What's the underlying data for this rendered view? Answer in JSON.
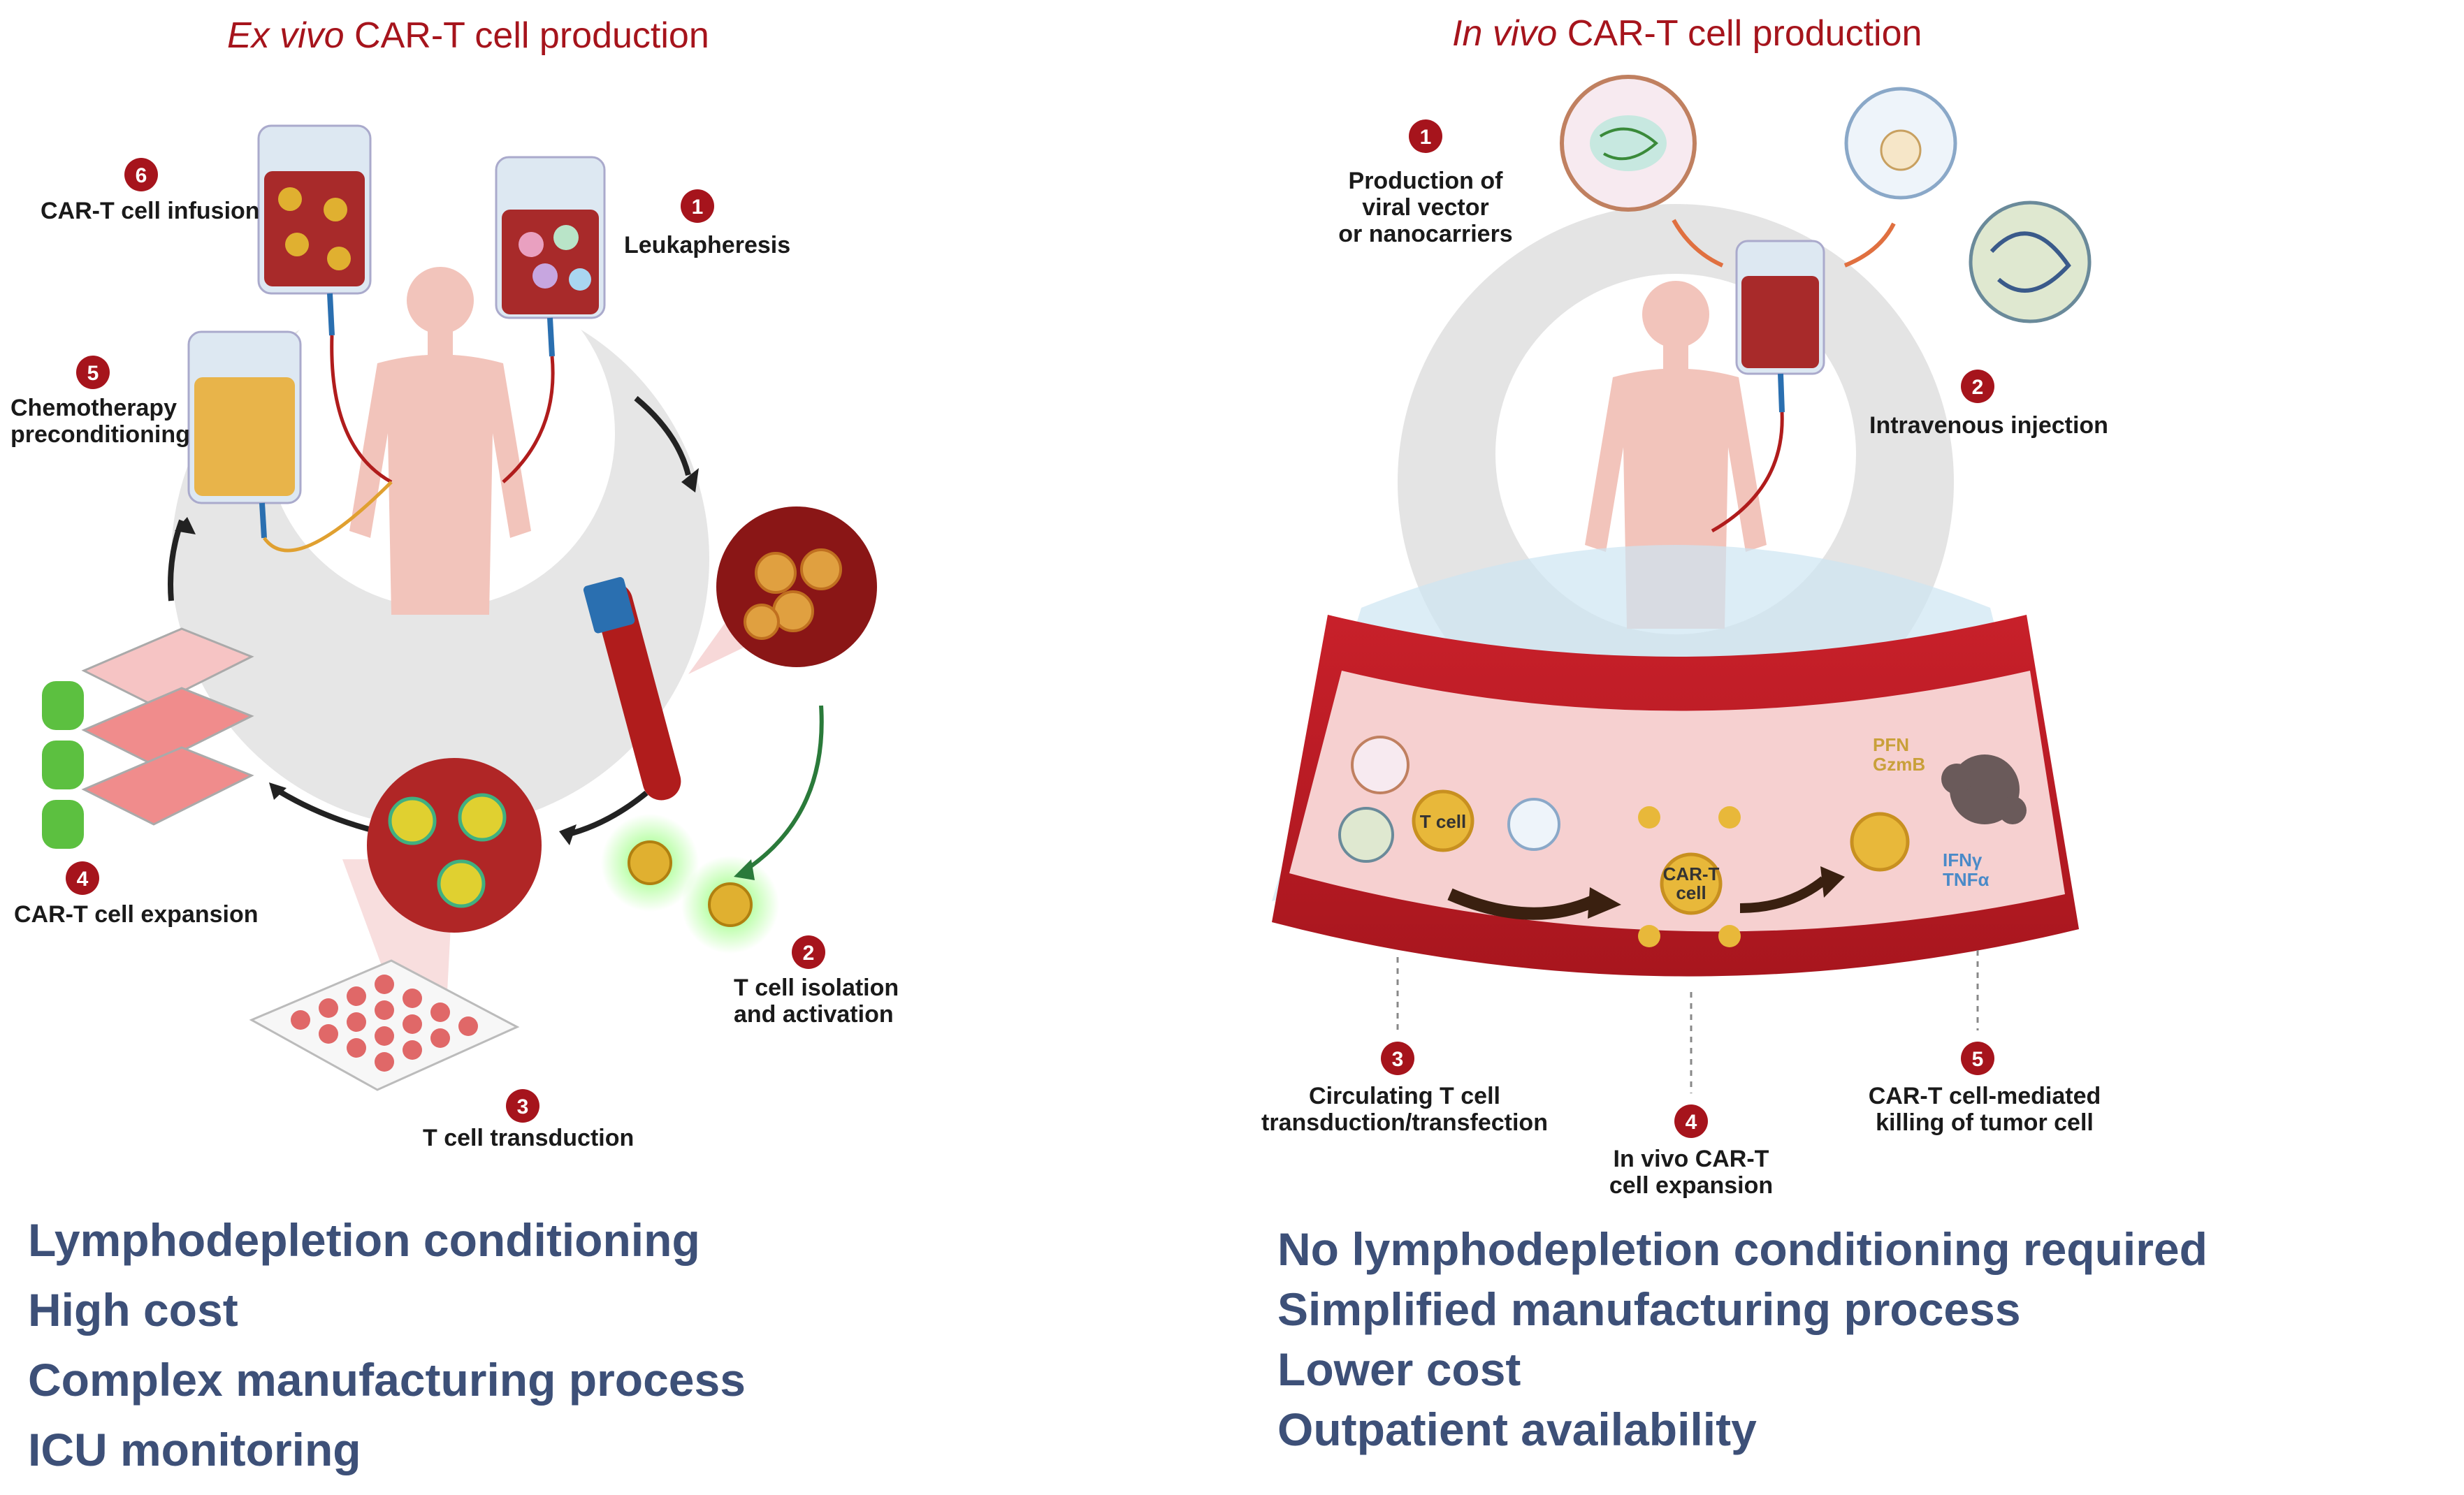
{
  "left_panel": {
    "title_italic": "Ex vivo",
    "title_rest": " CAR-T cell production",
    "steps": [
      {
        "num": "1",
        "label_lines": [
          "Leukapheresis"
        ]
      },
      {
        "num": "2",
        "label_lines": [
          "T cell isolation",
          "and activation"
        ]
      },
      {
        "num": "3",
        "label_lines": [
          "T cell transduction"
        ]
      },
      {
        "num": "4",
        "label_lines": [
          "CAR-T cell expansion"
        ]
      },
      {
        "num": "5",
        "label_lines": [
          "Chemotherapy",
          "preconditioning"
        ]
      },
      {
        "num": "6",
        "label_lines": [
          "CAR-T cell infusion"
        ]
      }
    ],
    "bullets": [
      "Lymphodepletion conditioning",
      "High cost",
      "Complex manufacturing process",
      "ICU monitoring"
    ]
  },
  "right_panel": {
    "title_italic": "In vivo",
    "title_rest": " CAR-T cell production",
    "steps": [
      {
        "num": "1",
        "label_lines": [
          "Production of",
          "viral vector",
          "or nanocarriers"
        ]
      },
      {
        "num": "2",
        "label_lines": [
          "Intravenous injection"
        ]
      },
      {
        "num": "3",
        "label_lines": [
          "Circulating T cell",
          "transduction/transfection"
        ]
      },
      {
        "num": "4",
        "label_lines": [
          "In vivo CAR-T",
          "cell expansion"
        ]
      },
      {
        "num": "5",
        "label_lines": [
          "CAR-T cell-mediated",
          "killing of tumor cell"
        ]
      }
    ],
    "vessel_labels": {
      "t_cell": "T cell",
      "car_t_line1": "CAR-T",
      "car_t_line2": "cell",
      "pfn": "PFN",
      "gzmb": "GzmB",
      "ifng": "IFNγ",
      "tnfa": "TNFα"
    },
    "bullets": [
      "No lymphodepletion conditioning required",
      "Simplified manufacturing process",
      "Lower cost",
      "Outpatient availability"
    ]
  },
  "colors": {
    "title": "#a6141c",
    "badge": "#a6141c",
    "bullet_text": "#3d5078",
    "blood": "#a82a2a",
    "cell": "#e0b030"
  }
}
